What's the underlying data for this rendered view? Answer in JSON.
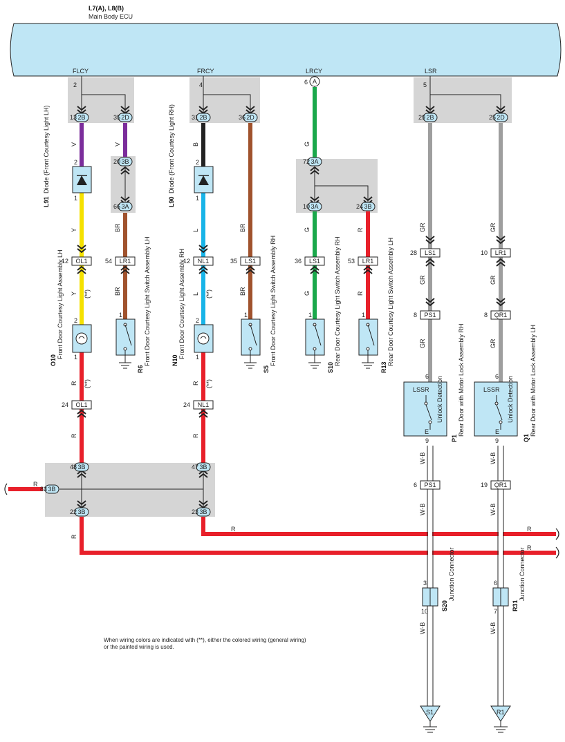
{
  "ecu": {
    "id": "L7(A), L8(B)",
    "name": "Main Body ECU"
  },
  "ecu_terminals": [
    {
      "label": "FLCY",
      "pin": "2"
    },
    {
      "label": "FRCY",
      "pin": "4"
    },
    {
      "label": "LRCY",
      "pin": "6",
      "pin_conn": "A"
    },
    {
      "label": "LSR",
      "pin": "5"
    }
  ],
  "wire_colors": {
    "V": "#7b2d9b",
    "Y": "#f5e100",
    "R": "#e8202a",
    "B": "#222222",
    "L": "#18b4e8",
    "BR": "#a0522d",
    "G": "#1aa84b",
    "GR": "#9e9e9e",
    "W-B": "#ffffff"
  },
  "junctions": [
    {
      "pin": "13",
      "conn": "2B"
    },
    {
      "pin": "35",
      "conn": "2D"
    },
    {
      "pin": "31",
      "conn": "2B"
    },
    {
      "pin": "36",
      "conn": "2D"
    },
    {
      "pin": "29",
      "conn": "2B"
    },
    {
      "pin": "25",
      "conn": "2D"
    },
    {
      "pin": "20",
      "conn": "3B"
    },
    {
      "pin": "66",
      "conn": "3A"
    },
    {
      "pin": "72",
      "conn": "3A"
    },
    {
      "pin": "10",
      "conn": "3A"
    },
    {
      "pin": "24",
      "conn": "3B"
    },
    {
      "pin": "48",
      "conn": "3B"
    },
    {
      "pin": "47",
      "conn": "3B"
    },
    {
      "pin": "83",
      "conn": "3B"
    },
    {
      "pin": "22",
      "conn": "3B"
    },
    {
      "pin": "23",
      "conn": "3B"
    }
  ],
  "connectors": [
    {
      "pin": "12",
      "conn": "OL1"
    },
    {
      "pin": "54",
      "conn": "LR1"
    },
    {
      "pin": "12",
      "conn": "NL1"
    },
    {
      "pin": "35",
      "conn": "LS1"
    },
    {
      "pin": "36",
      "conn": "LS1"
    },
    {
      "pin": "53",
      "conn": "LR1"
    },
    {
      "pin": "28",
      "conn": "LS1"
    },
    {
      "pin": "10",
      "conn": "LR1"
    },
    {
      "pin": "8",
      "conn": "PS1"
    },
    {
      "pin": "8",
      "conn": "QR1"
    },
    {
      "pin": "24",
      "conn": "OL1"
    },
    {
      "pin": "24",
      "conn": "NL1"
    },
    {
      "pin": "6",
      "conn": "PS1"
    },
    {
      "pin": "19",
      "conn": "QR1"
    }
  ],
  "components": {
    "L91": {
      "code": "L91",
      "name": "Diode (Front Courtesy Light LH)",
      "pins": [
        "2",
        "1"
      ]
    },
    "L90": {
      "code": "L90",
      "name": "Diode (Front Courtesy Light RH)",
      "pins": [
        "2",
        "1"
      ]
    },
    "O10": {
      "code": "O10",
      "name": "Front Door Courtesy Light Assembly LH",
      "pins": [
        "2",
        "1"
      ]
    },
    "N10": {
      "code": "N10",
      "name": "Front Door Courtesy Light Assembly RH",
      "pins": [
        "2",
        "1"
      ]
    },
    "R6": {
      "code": "R6",
      "name": "Front Door Courtesy Light Switch Assembly LH",
      "pins": [
        "1"
      ]
    },
    "S5": {
      "code": "S5",
      "name": "Front Door Courtesy Light Switch Assembly RH",
      "pins": [
        "1"
      ]
    },
    "S10": {
      "code": "S10",
      "name": "Rear Door Courtesy Light Switch Assembly RH",
      "pins": [
        "1"
      ]
    },
    "R13": {
      "code": "R13",
      "name": "Rear Door Courtesy Light Switch Assembly LH",
      "pins": [
        "1"
      ]
    },
    "P1": {
      "code": "P1",
      "name": "Rear Door with Motor Lock Assembly RH",
      "box_label": "LSSR",
      "inner": "Unlock Detection",
      "e": "E",
      "pins": [
        "6",
        "9"
      ]
    },
    "Q1": {
      "code": "Q1",
      "name": "Rear Door with Motor Lock Assembly LH",
      "box_label": "LSSR",
      "inner": "Unlock Detection",
      "e": "E",
      "pins": [
        "6",
        "9"
      ]
    },
    "S20": {
      "code": "S20",
      "name": "Junction Connector",
      "pins": [
        "3",
        "10"
      ]
    },
    "R31": {
      "code": "R31",
      "name": "Junction Connector",
      "pins": [
        "6",
        "7"
      ]
    }
  },
  "grounds": [
    "S1",
    "R1"
  ],
  "special_mark": "(**)",
  "note": "When wiring colors are indicated with (**),  either the colored wiring (general wiring) or the painted wiring is used."
}
